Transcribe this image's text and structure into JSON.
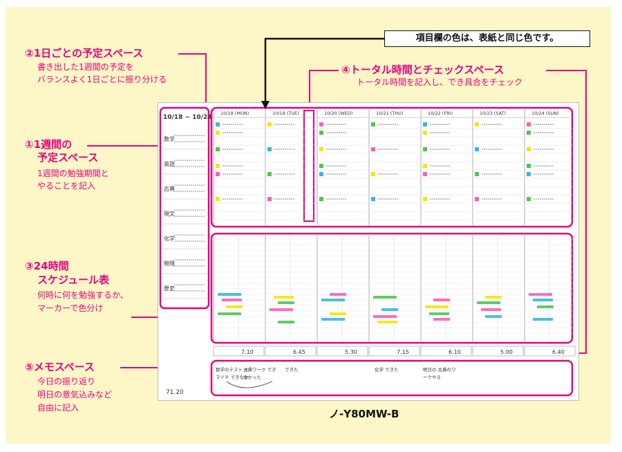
{
  "note_box": "項目欄の色は、表紙と同じ色です。",
  "callouts": {
    "daily": {
      "title": "②1日ごとの予定スペース",
      "line1": "書き出した1週間の予定を",
      "line2": "バランスよく1日ごとに振り分ける"
    },
    "weekly": {
      "title1": "①1週間の",
      "title2": "予定スペース",
      "line1": "1週間の勉強期間と",
      "line2": "やることを記入"
    },
    "hours": {
      "title1": "③24時間",
      "title2": "スケジュール表",
      "line1": "何時に何を勉強するか、",
      "line2": "マーカーで色分け"
    },
    "total": {
      "title": "④トータル時間とチェックスペース",
      "line1": "トータル時間を記入し、でき具合をチェック"
    },
    "memo": {
      "title": "⑤メモスペース",
      "line1": "今日の振り返り",
      "line2": "明日の意気込みなど",
      "line3": "自由に記入"
    }
  },
  "sheet": {
    "week_range": "10/18 ~ 10/24",
    "subjects": [
      "数学",
      "英語",
      "古典",
      "現文",
      "化学",
      "物理",
      "歴史"
    ],
    "day_headers": [
      "10/18 (MON)",
      "10/19 (TUE)",
      "10/20 (WED)",
      "10/21 (THU)",
      "10/22 (FRI)",
      "10/23 (SAT)",
      "10/24 (SUN)"
    ],
    "totals": [
      "7.10",
      "6.45",
      "5.30",
      "7.15",
      "6.10",
      "5.00",
      "6.40"
    ],
    "week_total": "71.20",
    "memos": [
      "数学のテスト イマイチ できなかった",
      "古典ワーク できなかった",
      "できた",
      "化学 できた",
      "明日の 古典のワークやる"
    ]
  },
  "colors": {
    "accent": "#e6007e",
    "background": "#fdf6c7",
    "marker_blue": "#36b6e6",
    "marker_yellow": "#f5e600",
    "marker_pink": "#ff5bb5",
    "marker_green": "#4cc84c"
  },
  "model_name": "ノ-Y80MW-B"
}
